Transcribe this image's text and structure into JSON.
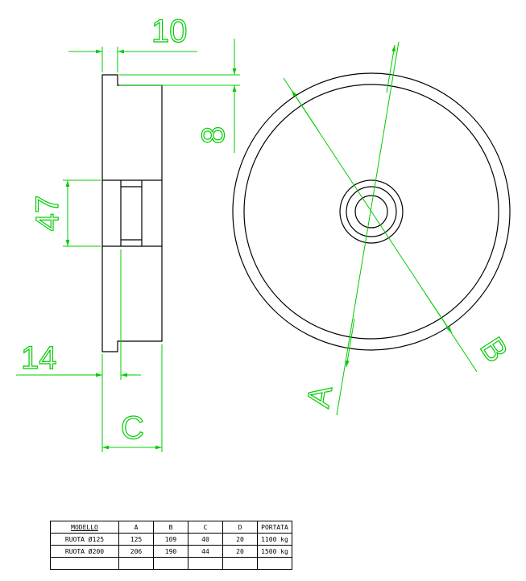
{
  "dimensions": {
    "top_width": "10",
    "flange_height": "8",
    "hub_height": "47",
    "bottom_width": "14",
    "overall_width": "C",
    "diameter_a": "A",
    "diameter_b": "B"
  },
  "table": {
    "headers": [
      "MODELLO",
      "A",
      "B",
      "C",
      "D",
      "PORTATA"
    ],
    "rows": [
      [
        "RUOTA Ø125",
        "125",
        "109",
        "40",
        "20",
        "1100 kg"
      ],
      [
        "RUOTA Ø200",
        "206",
        "190",
        "44",
        "20",
        "1500 kg"
      ],
      [
        "",
        "",
        "",
        "",
        "",
        ""
      ]
    ]
  },
  "colors": {
    "outline": "#000000",
    "dimension": "#00cc00"
  }
}
